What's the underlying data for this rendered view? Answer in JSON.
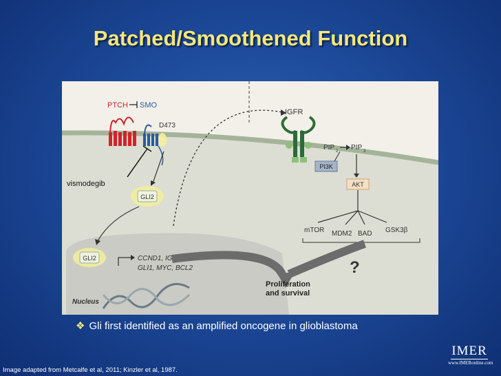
{
  "slide": {
    "title": "Patched/Smoothened Function",
    "bullet": "Gli first identified as an amplified oncogene in glioblastoma",
    "footnote": "Image adapted from Metcalfe et al, 2011; Kinzler et al, 1987."
  },
  "diagram": {
    "ptch": "PTCH",
    "smo": "SMO",
    "d473": "D473",
    "vismodegib": "vismodegib",
    "gli2_cytoplasm": "GLI2",
    "gli2_nucleus": "GLI2",
    "target_genes_line1": "CCND1, IGF2",
    "target_genes_line2": "GLI1, MYC, BCL2",
    "nucleus": "Nucleus",
    "igfr": "IGFR",
    "pip2": "PIP",
    "pip2_sub": "2",
    "pip3": "PIP",
    "pip3_sub": "3",
    "pi3k": "PI3K",
    "akt": "AKT",
    "mtor": "mTOR",
    "mdm2": "MDM2",
    "bad": "BAD",
    "gsk3b": "GSK3β",
    "unknown": "?",
    "outcome_line1": "Proliferation",
    "outcome_line2": "and survival"
  },
  "logo": {
    "name": "IMER",
    "url": "www.IMERonline.com"
  }
}
